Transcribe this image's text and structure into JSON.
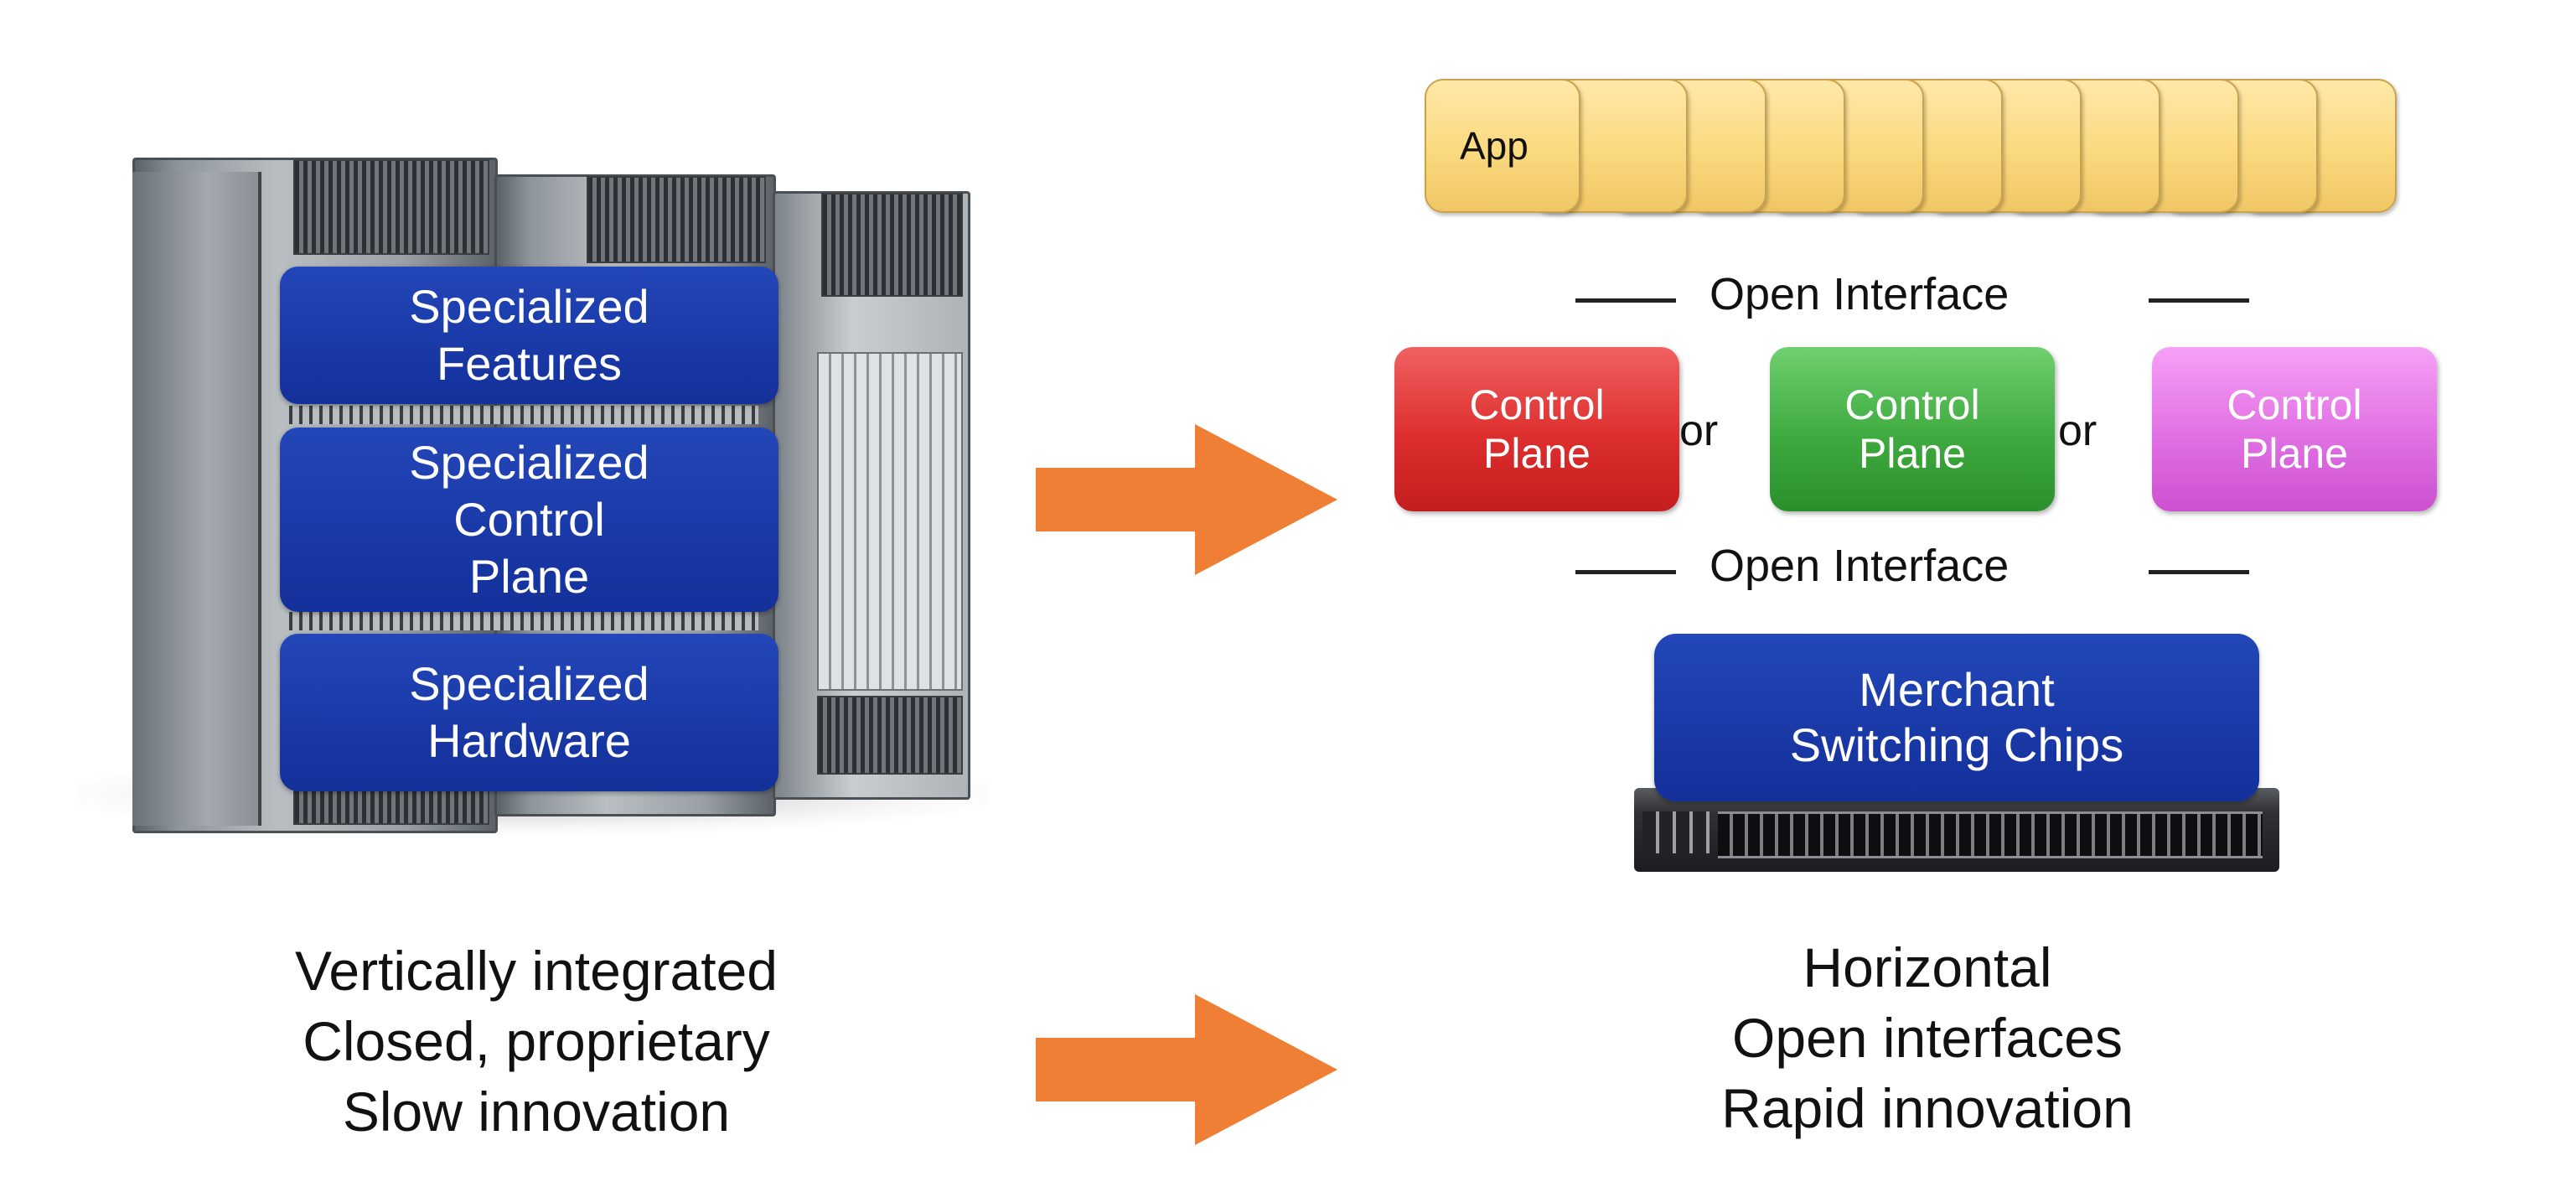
{
  "left": {
    "layers": [
      {
        "lines": [
          "Specialized",
          "Features"
        ]
      },
      {
        "lines": [
          "Specialized",
          "Control",
          "Plane"
        ]
      },
      {
        "lines": [
          "Specialized",
          "Hardware"
        ]
      }
    ],
    "caption": [
      "Vertically integrated",
      "Closed, proprietary",
      "Slow innovation"
    ]
  },
  "right": {
    "app_label": "App",
    "interface_top": "Open Interface",
    "interface_bottom": "Open Interface",
    "control_planes": [
      {
        "lines": [
          "Control",
          "Plane"
        ],
        "color": "#dd2e2e"
      },
      {
        "lines": [
          "Control",
          "Plane"
        ],
        "color": "#3faa3f"
      },
      {
        "lines": [
          "Control",
          "Plane"
        ],
        "color": "#e070e3"
      }
    ],
    "or_label": "or",
    "merchant_lines": [
      "Merchant",
      "Switching Chips"
    ],
    "caption": [
      "Horizontal",
      "Open interfaces",
      "Rapid innovation"
    ]
  },
  "colors": {
    "blue_box": "#1a3aa8",
    "arrow": "#ef7f35",
    "app_tile": "#fbd97f"
  }
}
